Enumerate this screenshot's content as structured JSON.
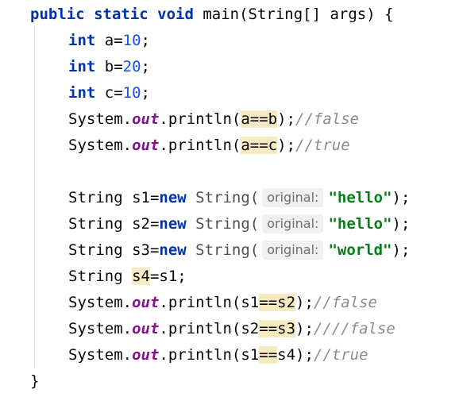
{
  "code": {
    "method_signature": {
      "kw": "public static void",
      "rest": " main(String[] args) {"
    },
    "decl_a": {
      "type": "int",
      "name": " a=",
      "value": "10",
      "end": ";"
    },
    "decl_b": {
      "type": "int",
      "name": " b=",
      "value": "20",
      "end": ";"
    },
    "decl_c": {
      "type": "int",
      "name": " c=",
      "value": "10",
      "end": ";"
    },
    "print1": {
      "prefix": "System.",
      "field": "out",
      "call": ".println(",
      "hl": "a==b",
      "end": ");",
      "comment": "//false"
    },
    "print2": {
      "prefix": "System.",
      "field": "out",
      "call": ".println(",
      "hl": "a==c",
      "end": ");",
      "comment": "//true"
    },
    "s1": {
      "decl": "String s1=",
      "new": "new",
      "ctor": " String(",
      "hint": "original:",
      "literal": "\"hello\"",
      "end": ");"
    },
    "s2": {
      "decl": "String s2=",
      "new": "new",
      "ctor": " String(",
      "hint": "original:",
      "literal": "\"hello\"",
      "end": ");"
    },
    "s3": {
      "decl": "String s3=",
      "new": "new",
      "ctor": " String(",
      "hint": "original:",
      "literal": "\"world\"",
      "end": ");"
    },
    "s4": {
      "pre": "String ",
      "hl": "s4",
      "post": "=s1;"
    },
    "print3": {
      "prefix": "System.",
      "field": "out",
      "call": ".println(s1",
      "hl": "==s2",
      "end": ");",
      "comment": "//false"
    },
    "print4": {
      "prefix": "System.",
      "field": "out",
      "call": ".println(s2",
      "hl": "==s3",
      "end": ");",
      "comment": "////false"
    },
    "print5": {
      "prefix": "System.",
      "field": "out",
      "call": ".println(s1",
      "hl": "==",
      "post": "s4",
      "end": ");",
      "comment": "//true"
    },
    "closing_brace": "}"
  }
}
